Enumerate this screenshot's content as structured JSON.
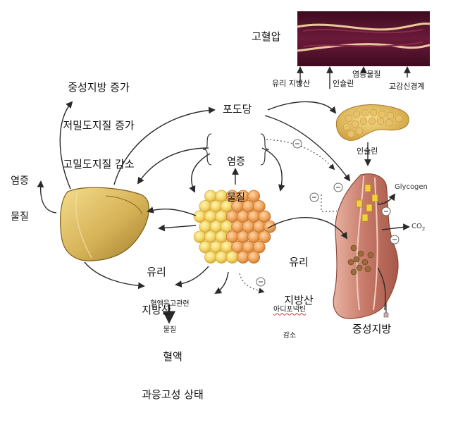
{
  "labels": {
    "hypertension": "고혈압",
    "lipid_changes": [
      "중성지방 증가",
      "저밀도지질 증가",
      "고밀도지질 감소"
    ],
    "glucose": "포도당",
    "inflammatory_left": [
      "염증",
      "물질"
    ],
    "inflammatory_center": [
      "염증",
      "물질"
    ],
    "ffa_vessel": "유리 지방산",
    "insulin_top": "인슐린",
    "inflammatory_top": "염증물질",
    "sympathetic": "교감신경계",
    "insulin_pancreas": "인슐린",
    "glycogen": "Glycogen",
    "co2": "CO",
    "co2_sub": "2",
    "ffa_center": [
      "유리",
      "지방산"
    ],
    "ffa_left": [
      "유리",
      "지방산"
    ],
    "coag": [
      "혈액응고관련",
      "물질"
    ],
    "adiponectin": [
      "아디포넥틴",
      "감소"
    ],
    "tg_muscle": "중성지방",
    "thrombosis": [
      "혈액",
      "과응고성 상태"
    ]
  },
  "icons": {
    "inhibit": "minus-circle-icon",
    "liver": "liver-icon",
    "adipose": "adipose-tissue-icon",
    "pancreas": "pancreas-icon",
    "muscle": "muscle-icon",
    "vessel": "blood-vessel-icon"
  },
  "colors": {
    "vessel": "#5a1530",
    "liver": "#d8b65c",
    "adipose": "#f1d36a",
    "muscle": "#c97e6e",
    "arrow": "#2a2a2a"
  }
}
